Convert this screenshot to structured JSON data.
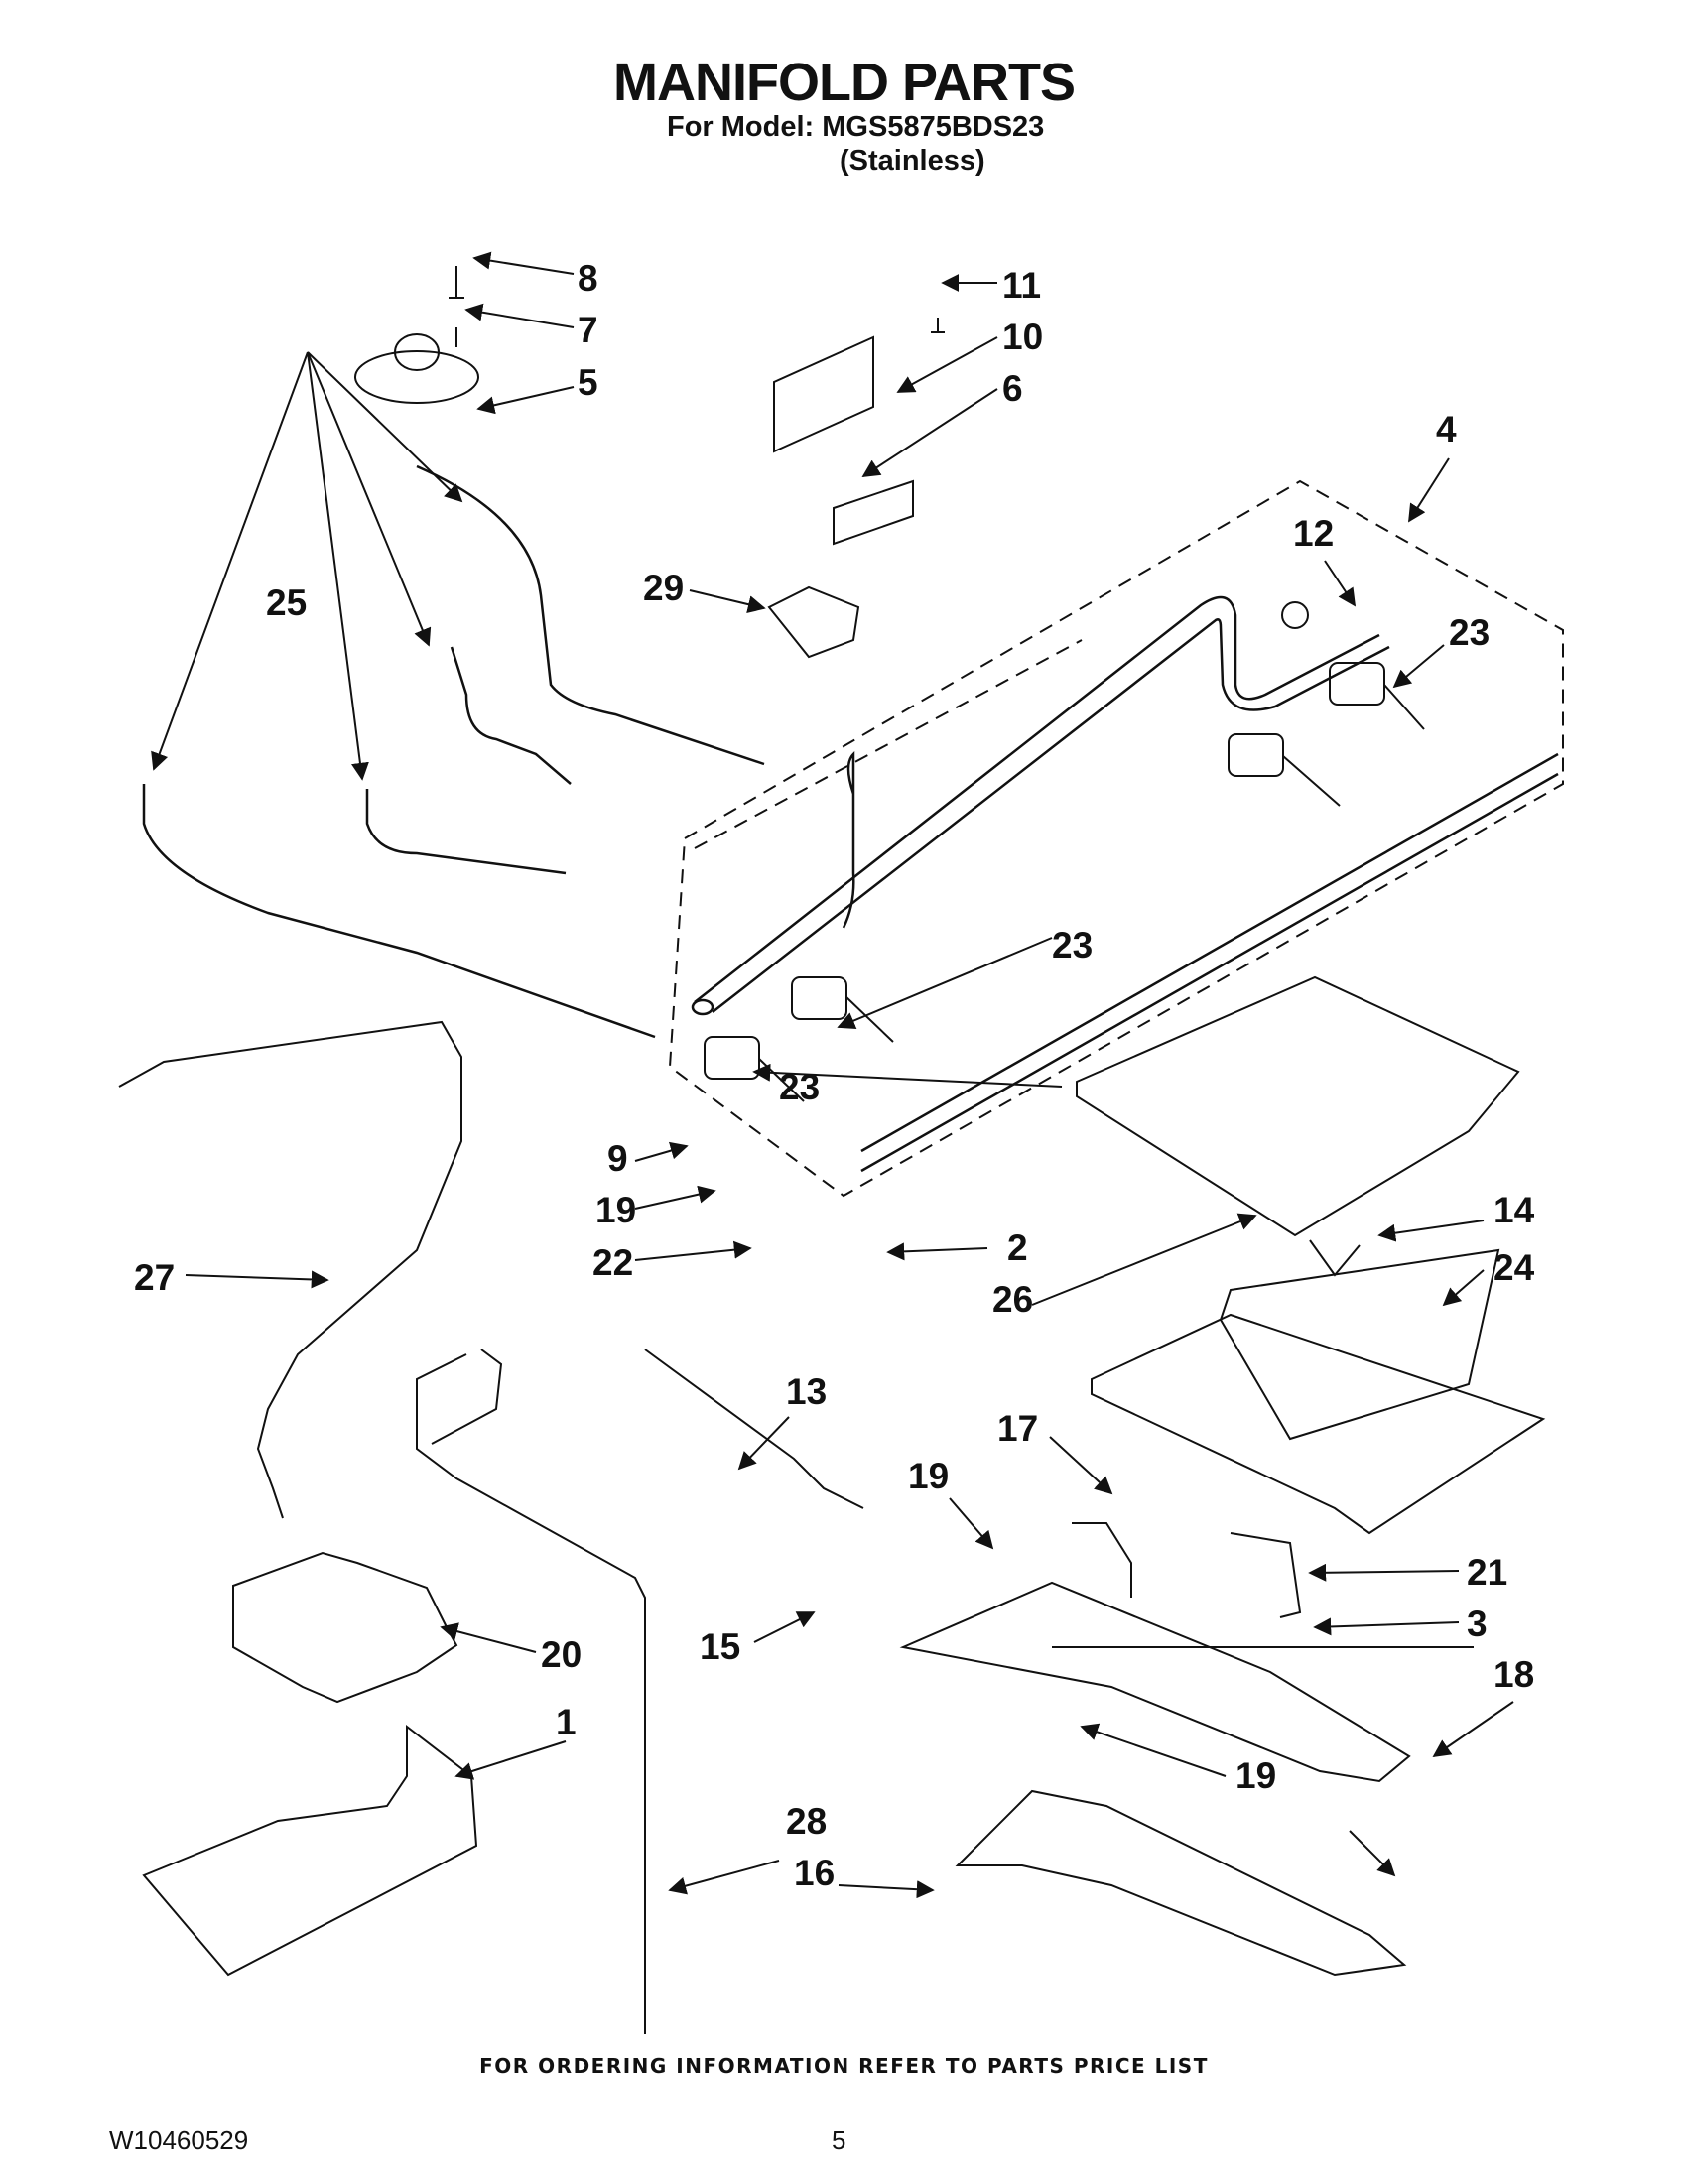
{
  "header": {
    "title": "MANIFOLD PARTS",
    "model_line": "For Model: MGS5875BDS23",
    "finish": "(Stainless)"
  },
  "callouts": {
    "c8": "8",
    "c7": "7",
    "c5": "5",
    "c11": "11",
    "c10": "10",
    "c6": "6",
    "c4": "4",
    "c12": "12",
    "c23a": "23",
    "c29": "29",
    "c25": "25",
    "c23b": "23",
    "c23c": "23",
    "c9": "9",
    "c19a": "19",
    "c22": "22",
    "c2": "2",
    "c26": "26",
    "c14": "14",
    "c24": "24",
    "c27": "27",
    "c13": "13",
    "c17": "17",
    "c19b": "19",
    "c15": "15",
    "c21": "21",
    "c3": "3",
    "c20": "20",
    "c18": "18",
    "c1": "1",
    "c19c": "19",
    "c28": "28",
    "c16": "16"
  },
  "footer": {
    "ordering_note": "FOR ORDERING INFORMATION REFER TO PARTS PRICE LIST",
    "doc_number": "W10460529",
    "page_number": "5"
  }
}
